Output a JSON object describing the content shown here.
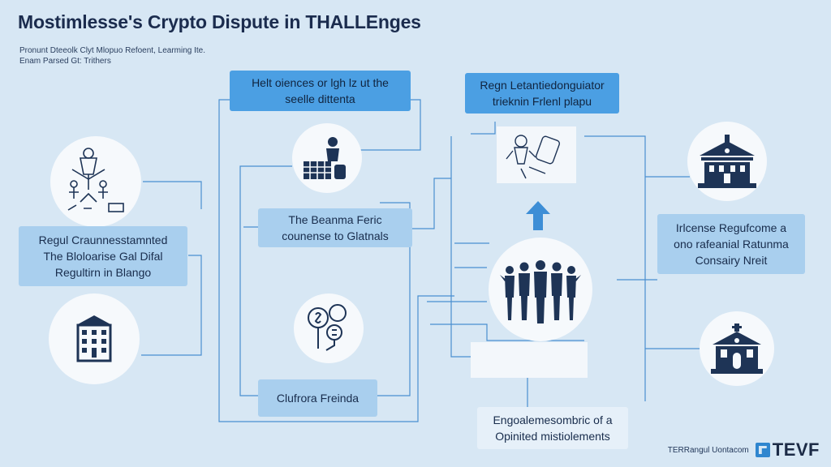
{
  "header": {
    "title": "Mostimlesse's Crypto Dispute in THALLEnges",
    "subtitle_lines": [
      "Pronunt Dteeolk Clyt Mlopuo Refoent, Learming Ite.",
      "Enam Parsed Gt: Trithers"
    ]
  },
  "boxes": {
    "left_main": [
      "Regul Craunnesstamnted",
      "The Bloloarise Gal Difal",
      "Regultirn in Blango"
    ],
    "top_center": [
      "Helt oiences or lgh lz ut the",
      "seelle dittenta"
    ],
    "mid_center": [
      "The Beanma Feric",
      "counense to Glatnals"
    ],
    "bottom_center": [
      "Clufrora Freinda"
    ],
    "top_right": [
      "Regn Letantiedonguiator",
      "trieknin Frlenl plapu"
    ],
    "right_main": [
      "Irlcense Regufcome a",
      "ono rafeanial Ratunma",
      "Consairy Nreit"
    ],
    "bottom_right": [
      "Engoalemesombric of a",
      "Opinited mistiolements"
    ]
  },
  "footer": {
    "small": "TERRangul Uontacom",
    "brand": "TEVF"
  },
  "icons": {
    "left_top": "figures-scales-icon",
    "left_bottom": "building-icon",
    "center_top": "person-calculator-icon",
    "center_bottom": "coins-icon",
    "right_center": "crowd-icon",
    "right_top": "bank-icon",
    "right_bottom": "courthouse-icon",
    "paper": "people-sketch-icon",
    "arrow": "up-arrow-icon"
  },
  "colors": {
    "background": "#d7e7f4",
    "box": "#a9cfee",
    "box_dark": "#4b9fe3",
    "navy": "#1e3456",
    "line": "#4a8fd0"
  }
}
